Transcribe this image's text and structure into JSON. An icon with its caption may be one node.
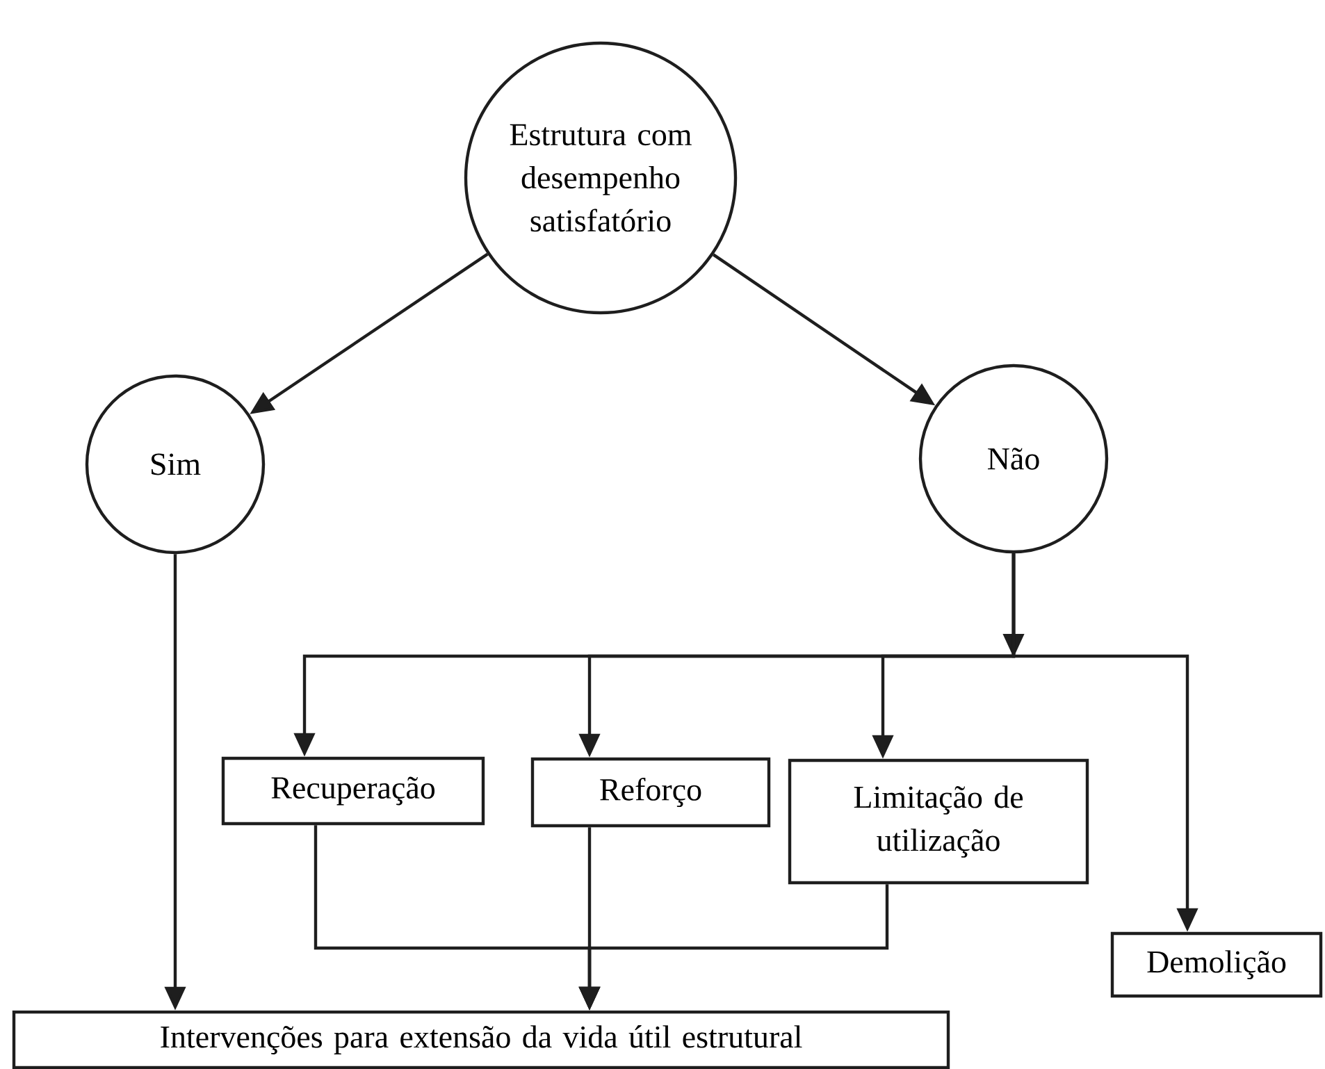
{
  "diagram": {
    "nodes": [
      {
        "text": [
          "Estrutura com desempenho satisfatório"
        ]
      },
      {
        "text": [
          "Sim"
        ]
      },
      {
        "text": [
          "Não"
        ]
      },
      {
        "text": [
          "Recuperação"
        ]
      },
      {
        "text": [
          "Reforço"
        ]
      },
      {
        "text": [
          "Limitação de utilização"
        ]
      },
      {
        "text": [
          "Demolição"
        ]
      },
      {
        "text": [
          "Intervenções para extensão da vida útil estrutural"
        ]
      }
    ],
    "edges": [
      {
        "from": 0,
        "to": 1,
        "arrow": "to"
      },
      {
        "from": 0,
        "to": 2,
        "arrow": "to"
      },
      {
        "from": 1,
        "to": 7,
        "arrow": "to"
      },
      {
        "from": 2,
        "to": 3,
        "arrow": "to"
      },
      {
        "from": 2,
        "to": 4,
        "arrow": "to"
      },
      {
        "from": 2,
        "to": 5,
        "arrow": "to"
      },
      {
        "from": 2,
        "to": 6,
        "arrow": "to"
      },
      {
        "from": 3,
        "to": 7,
        "arrow": "to"
      },
      {
        "from": 4,
        "to": 7,
        "arrow": "to"
      },
      {
        "from": 5,
        "to": 7,
        "arrow": "to"
      }
    ]
  }
}
